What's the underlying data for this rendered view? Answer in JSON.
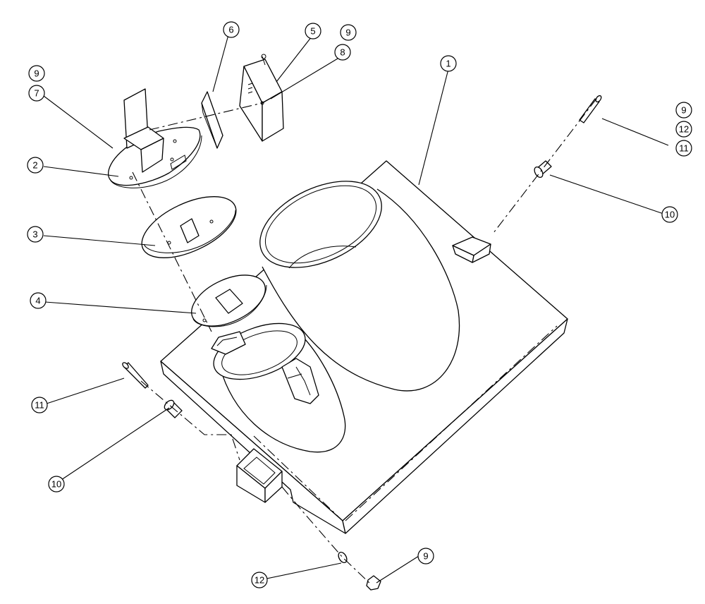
{
  "balloons": [
    {
      "label": "1"
    },
    {
      "label": "2"
    },
    {
      "label": "3"
    },
    {
      "label": "4"
    },
    {
      "label": "5"
    },
    {
      "label": "6"
    },
    {
      "label": "7"
    },
    {
      "label": "8"
    },
    {
      "label": "9"
    },
    {
      "label": "9"
    },
    {
      "label": "9"
    },
    {
      "label": "9"
    },
    {
      "label": "10"
    },
    {
      "label": "10"
    },
    {
      "label": "11"
    },
    {
      "label": "11"
    },
    {
      "label": "12"
    },
    {
      "label": "12"
    }
  ]
}
